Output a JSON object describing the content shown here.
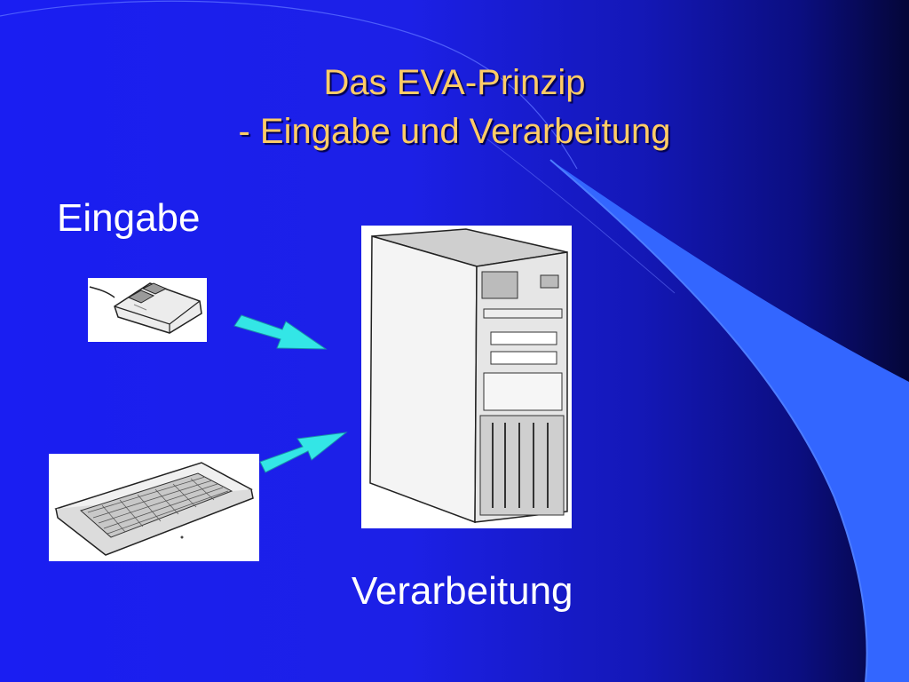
{
  "slide": {
    "title_line1": "Das EVA-Prinzip",
    "title_line2": "- Eingabe und Verarbeitung",
    "label_input": "Eingabe",
    "label_processing": "Verarbeitung"
  },
  "colors": {
    "title": "#ffcc66",
    "label": "#ffffff",
    "arrow_fill": "#33e6e6",
    "swoosh": "#3366ff"
  },
  "images": {
    "mouse": "computer-mouse-illustration",
    "keyboard": "keyboard-illustration",
    "tower": "pc-tower-illustration"
  }
}
